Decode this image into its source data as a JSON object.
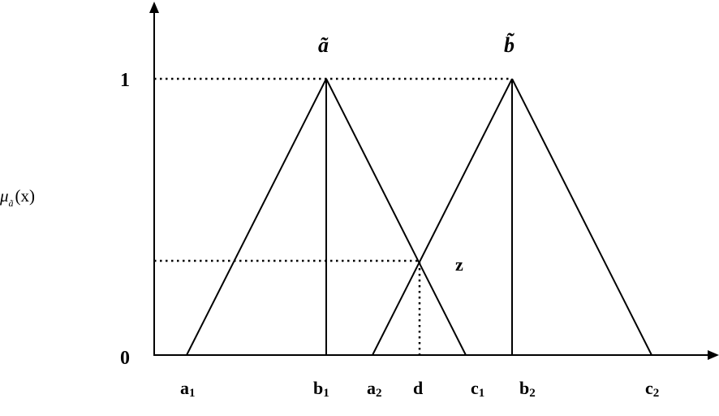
{
  "diagram": {
    "y_axis_label": {
      "mu": "μ",
      "sub": "ã",
      "arg": "(x)"
    },
    "y_ticks": {
      "one": "1",
      "zero": "0"
    },
    "fuzzy_labels": {
      "a": "ã",
      "b": "b̃"
    },
    "intersection_label": "z",
    "x_labels": [
      {
        "id": "a1",
        "base": "a",
        "sub": "1"
      },
      {
        "id": "b1",
        "base": "b",
        "sub": "1"
      },
      {
        "id": "a2",
        "base": "a",
        "sub": "2"
      },
      {
        "id": "d",
        "base": "d",
        "sub": ""
      },
      {
        "id": "c1",
        "base": "c",
        "sub": "1"
      },
      {
        "id": "b2",
        "base": "b",
        "sub": "2"
      },
      {
        "id": "c2",
        "base": "c",
        "sub": "2"
      }
    ],
    "colors": {
      "line": "#000000",
      "background": "#ffffff"
    }
  }
}
